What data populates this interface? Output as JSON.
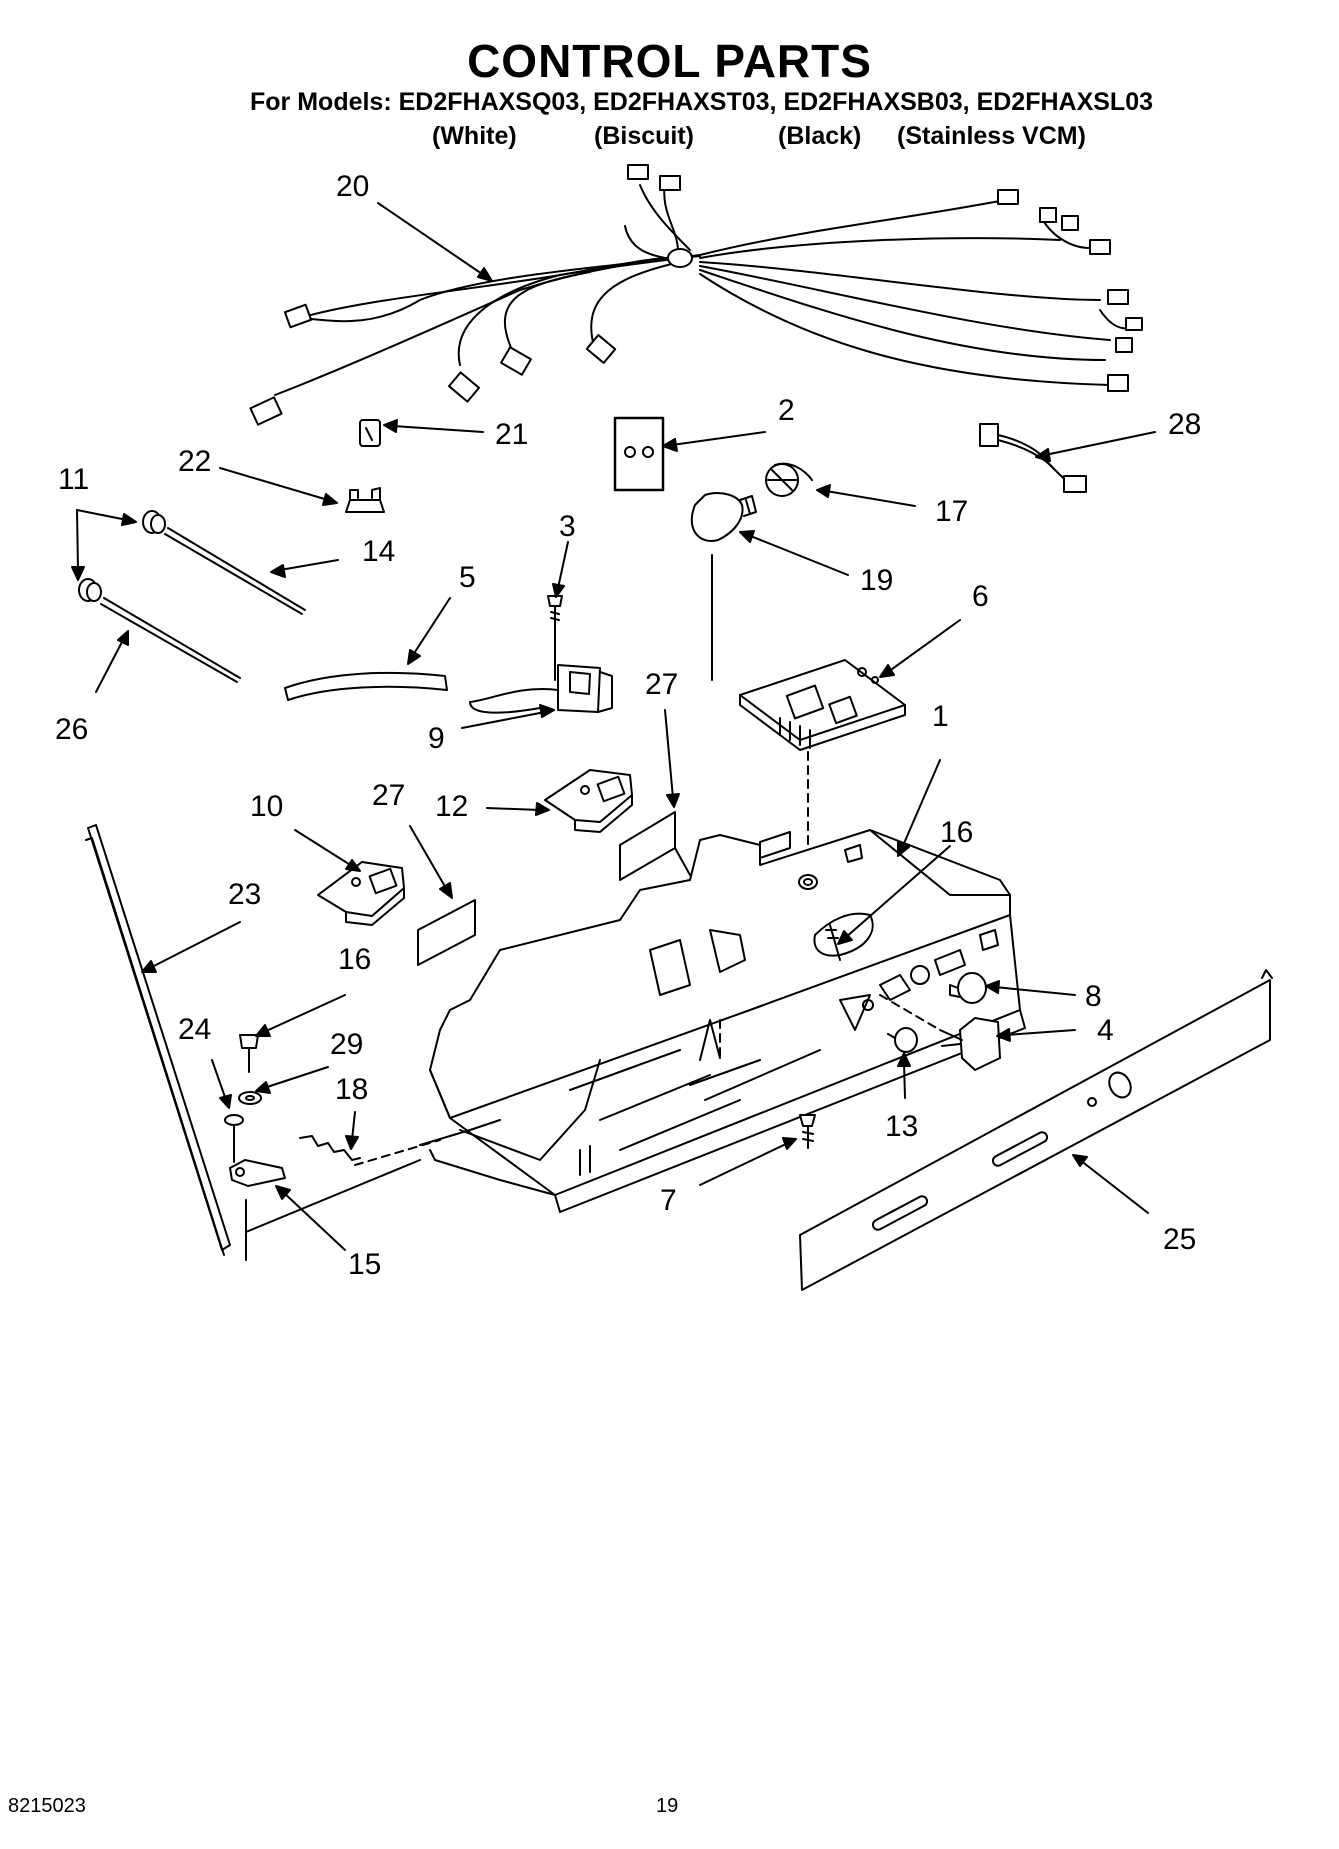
{
  "header": {
    "title": "CONTROL PARTS",
    "models_line": "For Models: ED2FHAXSQ03, ED2FHAXST03, ED2FHAXSB03, ED2FHAXSL03",
    "colors": [
      "(White)",
      "(Biscuit)",
      "(Black)",
      "(Stainless VCM)"
    ]
  },
  "callouts": [
    "20",
    "21",
    "2",
    "28",
    "22",
    "11",
    "17",
    "14",
    "19",
    "3",
    "5",
    "6",
    "26",
    "9",
    "27",
    "1",
    "10",
    "27",
    "12",
    "16",
    "23",
    "16",
    "8",
    "4",
    "24",
    "29",
    "18",
    "13",
    "7",
    "25",
    "15"
  ],
  "footer": {
    "doc_number": "8215023",
    "page_number": "19"
  }
}
